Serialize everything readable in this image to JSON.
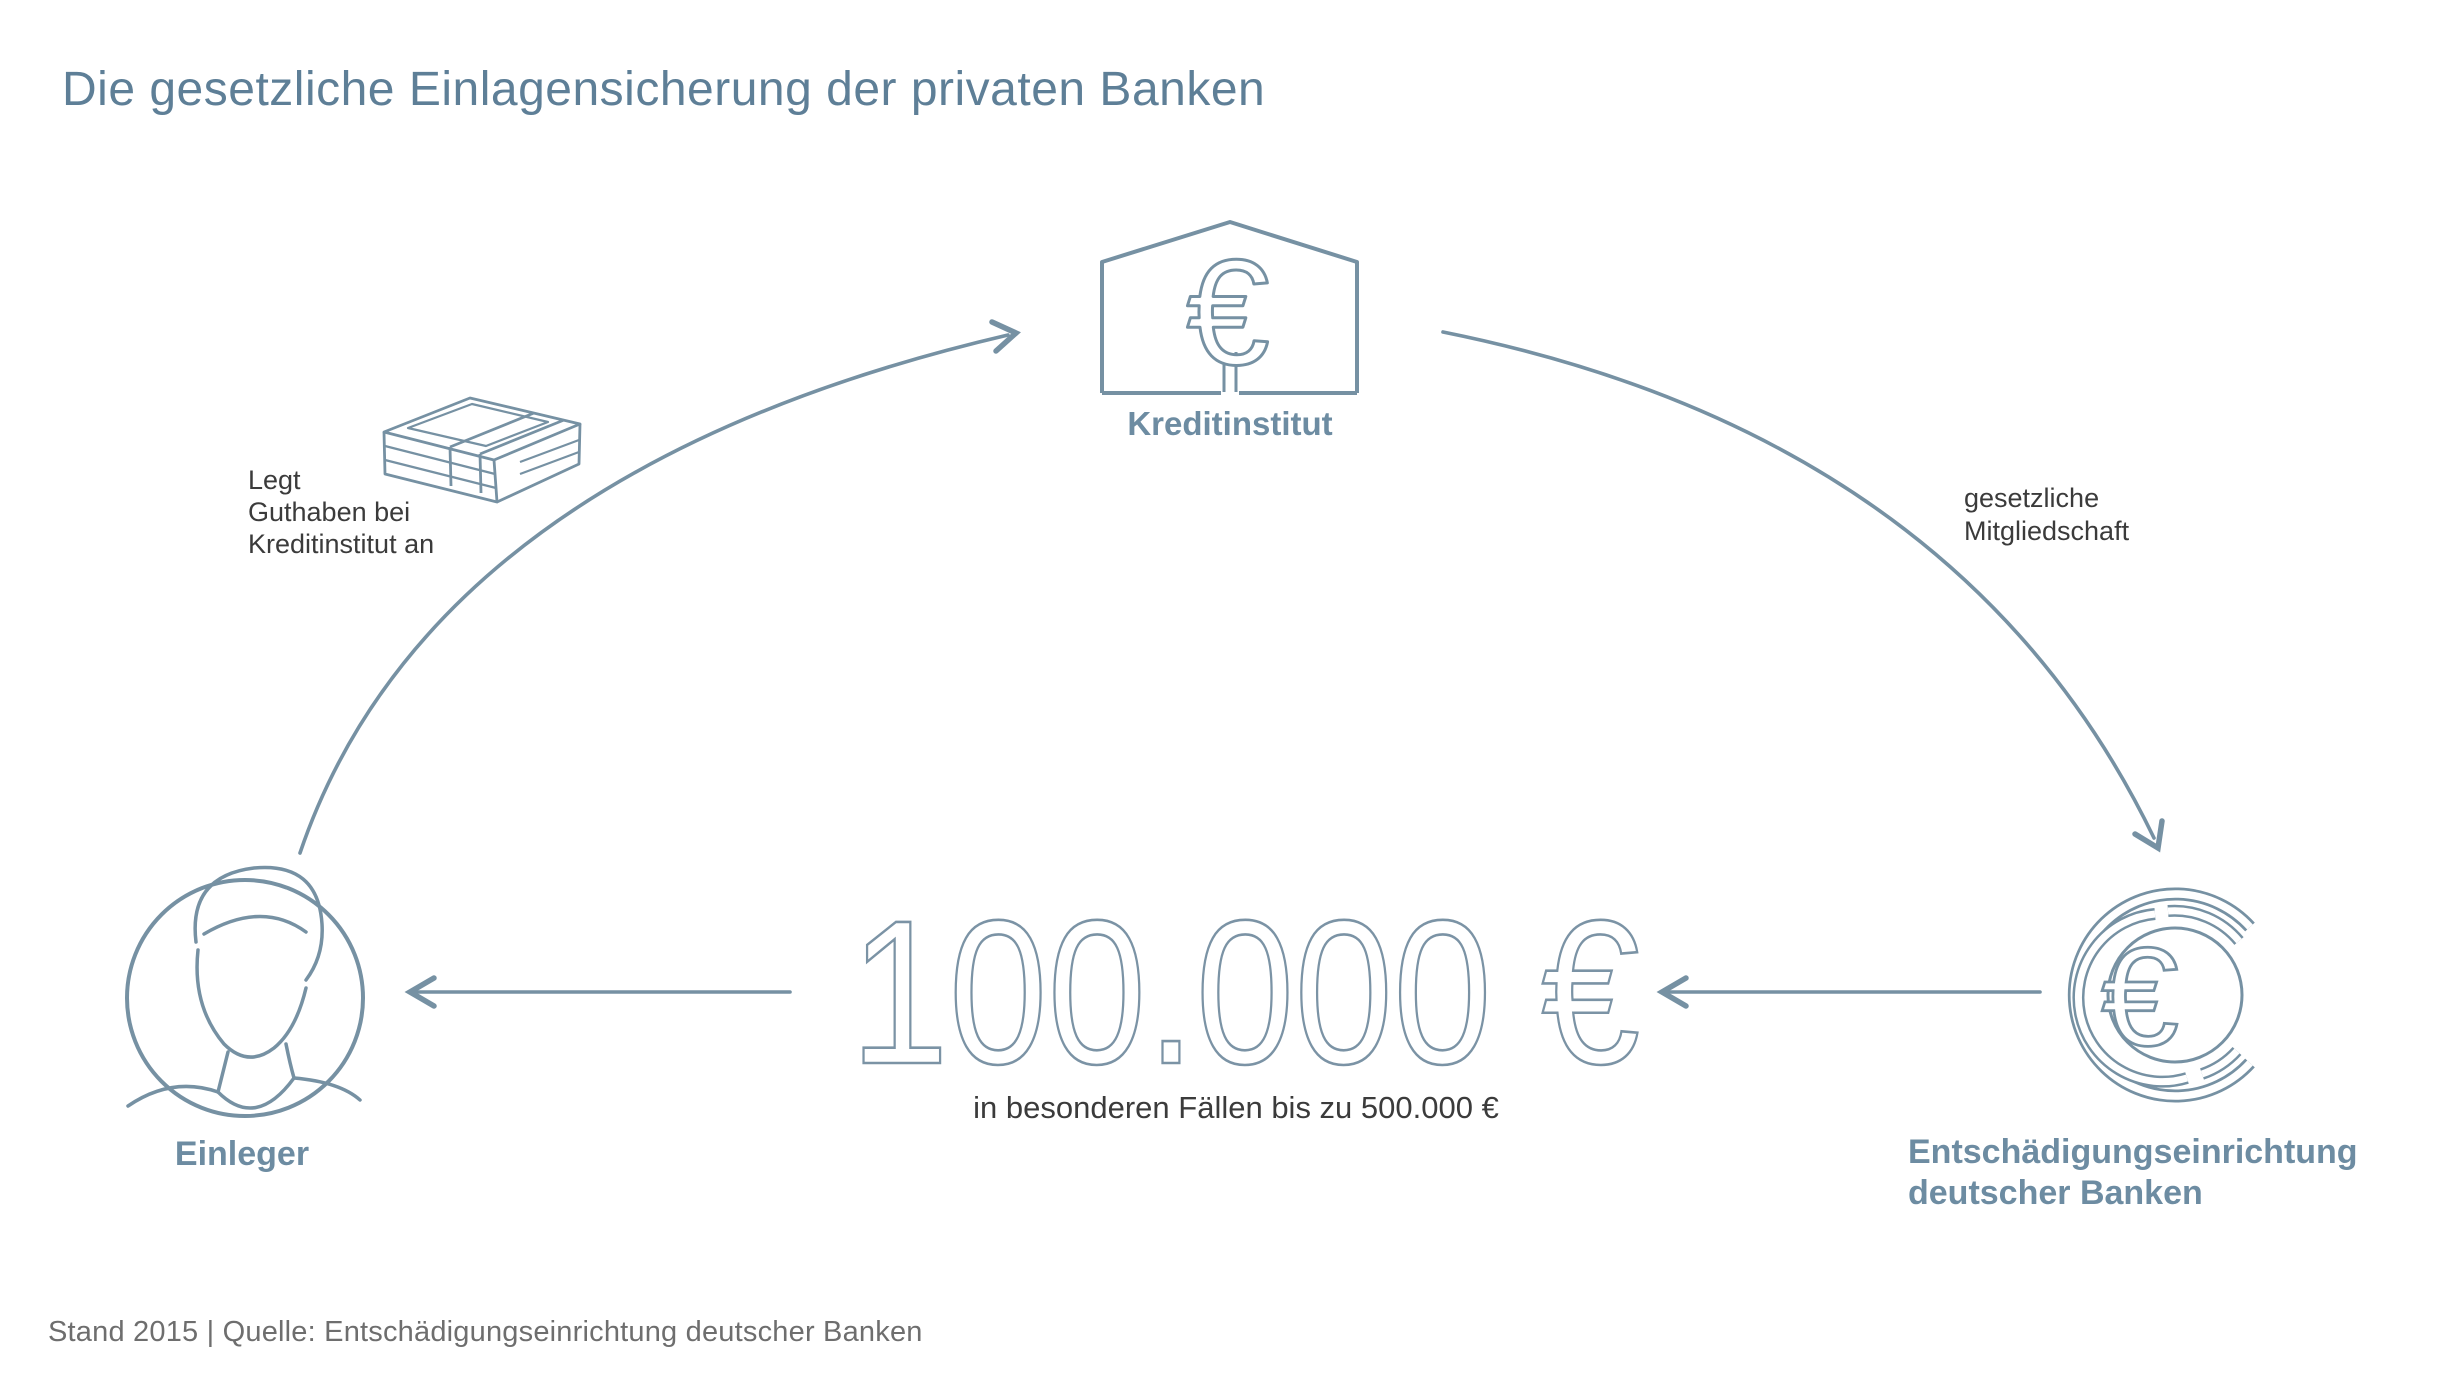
{
  "title": "Die gesetzliche Einlagensicherung der privaten Banken",
  "footer": "Stand 2015 | Quelle: Entschädigungseinrichtung deutscher Banken",
  "nodes": {
    "kreditinstitut": {
      "label": "Kreditinstitut",
      "icon": "bank-house-icon"
    },
    "einleger": {
      "label": "Einleger",
      "icon": "depositor-icon"
    },
    "edb": {
      "label_lines": [
        "Entschädigungseinrichtung",
        "deutscher Banken"
      ],
      "icon": "edb-logo-icon"
    }
  },
  "flows": {
    "deposit": {
      "lines": [
        "Legt",
        "Guthaben bei",
        "Kreditinstitut an"
      ],
      "icon": "banknotes-icon",
      "from": "Einleger",
      "to": "Kreditinstitut"
    },
    "membership": {
      "lines": [
        "gesetzliche",
        "Mitgliedschaft"
      ],
      "from": "Kreditinstitut",
      "to": "Entschädigungseinrichtung deutscher Banken"
    },
    "coverage": {
      "amount": "100.000 €",
      "note": "in besonderen Fällen bis zu 500.000 €",
      "from": "Entschädigungseinrichtung deutscher Banken",
      "to": "Einleger"
    }
  },
  "glyphs": {
    "euro": "€"
  },
  "colors": {
    "line_art": "#7691a3",
    "title_text": "#5e7f97",
    "node_label": "#6d8ca2",
    "annotation_text": "#3b3b3b",
    "footer_text": "#6e6e6e",
    "background": "#ffffff"
  }
}
